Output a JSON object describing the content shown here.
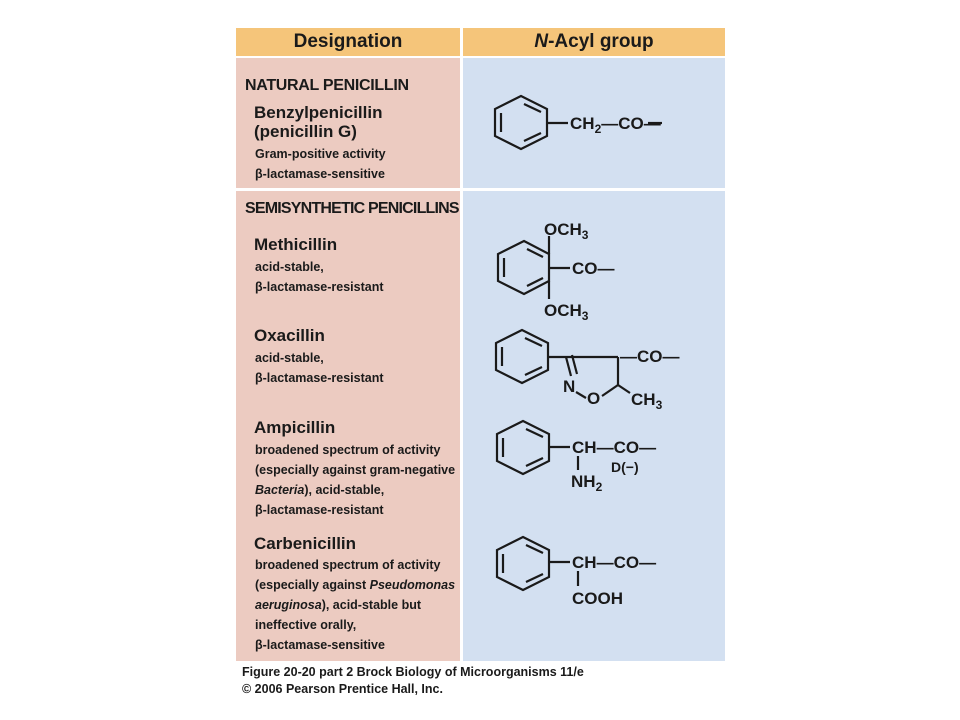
{
  "header": {
    "designation": "Designation",
    "acyl_prefix": "N",
    "acyl_rest": "-Acyl group"
  },
  "natural": {
    "title": "NATURAL PENICILLIN",
    "drug": {
      "name_line1": "Benzylpenicillin",
      "name_line2": "(penicillin G)",
      "desc": [
        "Gram-positive activity",
        "β-lactamase-sensitive"
      ]
    }
  },
  "semi": {
    "title": "SEMISYNTHETIC PENICILLINS",
    "drugs": [
      {
        "name": "Methicillin",
        "desc": [
          "acid-stable,",
          "β-lactamase-resistant"
        ]
      },
      {
        "name": "Oxacillin",
        "desc": [
          "acid-stable,",
          "β-lactamase-resistant"
        ]
      },
      {
        "name": "Ampicillin",
        "desc": [
          "broadened spectrum of activity",
          "(especially against gram-negative"
        ],
        "desc3_italic": "Bacteria",
        "desc3_rest": "), acid-stable,",
        "desc4": "β-lactamase-resistant"
      },
      {
        "name": "Carbenicillin",
        "desc1": "broadened spectrum of activity",
        "desc2_plain": "(especially against ",
        "desc2_italic": "Pseudomonas",
        "desc3_italic": "aeruginosa",
        "desc3_rest": "), acid-stable but",
        "desc4": "ineffective orally,",
        "desc5": "β-lactamase-sensitive"
      }
    ]
  },
  "structures": {
    "benzyl": {
      "ch": "CH",
      "sub": "2",
      "co": "—CO—"
    },
    "methicillin": {
      "och_top": "OCH",
      "och_bot": "OCH",
      "sub": "3",
      "co": "CO—"
    },
    "oxacillin": {
      "co": "—CO—",
      "n": "N",
      "o": "O",
      "ch": "CH",
      "sub": "3"
    },
    "ampicillin": {
      "ch": "CH",
      "co": "—CO—",
      "d": "D(−)",
      "nh": "NH",
      "sub": "2"
    },
    "carbenicillin": {
      "ch": "CH",
      "co": "—CO—",
      "cooh": "COOH"
    }
  },
  "caption": {
    "line1": "Figure 20-20 part 2  Brock Biology of Microorganisms 11/e",
    "line2": "© 2006 Pearson Prentice Hall, Inc."
  }
}
